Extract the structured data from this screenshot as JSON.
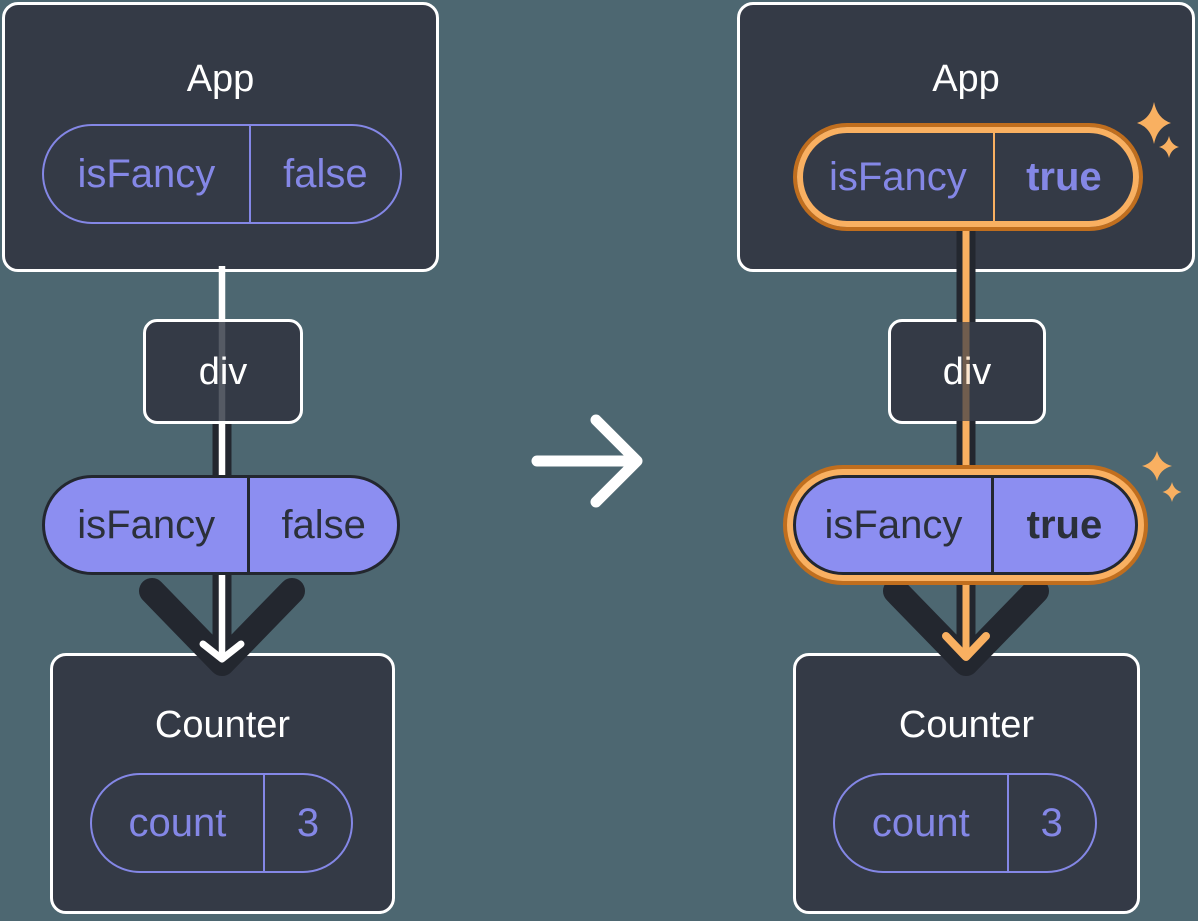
{
  "before": {
    "app": {
      "title": "App",
      "state": {
        "key": "isFancy",
        "value": "false"
      }
    },
    "div_node": {
      "label": "div"
    },
    "prop": {
      "key": "isFancy",
      "value": "false"
    },
    "counter": {
      "title": "Counter",
      "state": {
        "key": "count",
        "value": "3"
      }
    }
  },
  "after": {
    "app": {
      "title": "App",
      "state": {
        "key": "isFancy",
        "value": "true"
      }
    },
    "div_node": {
      "label": "div"
    },
    "prop": {
      "key": "isFancy",
      "value": "true"
    },
    "counter": {
      "title": "Counter",
      "state": {
        "key": "count",
        "value": "3"
      }
    }
  },
  "icons": {
    "transition_arrow": "arrow-right",
    "highlight_sparkles": "four-point-stars",
    "flow_arrow": "arrow-down"
  },
  "colors": {
    "background": "#4D6771",
    "card_fill": "#343A46",
    "card_border": "#FFFFFF",
    "purple_outline": "#8487E6",
    "purple_fill": "#8C8EF1",
    "dark_arrow": "#23272F",
    "dark_text_on_purple": "#2B303A",
    "highlight_orange": "#F9B061",
    "highlight_orange_dark": "#C06E1E",
    "white": "#FFFFFF"
  }
}
